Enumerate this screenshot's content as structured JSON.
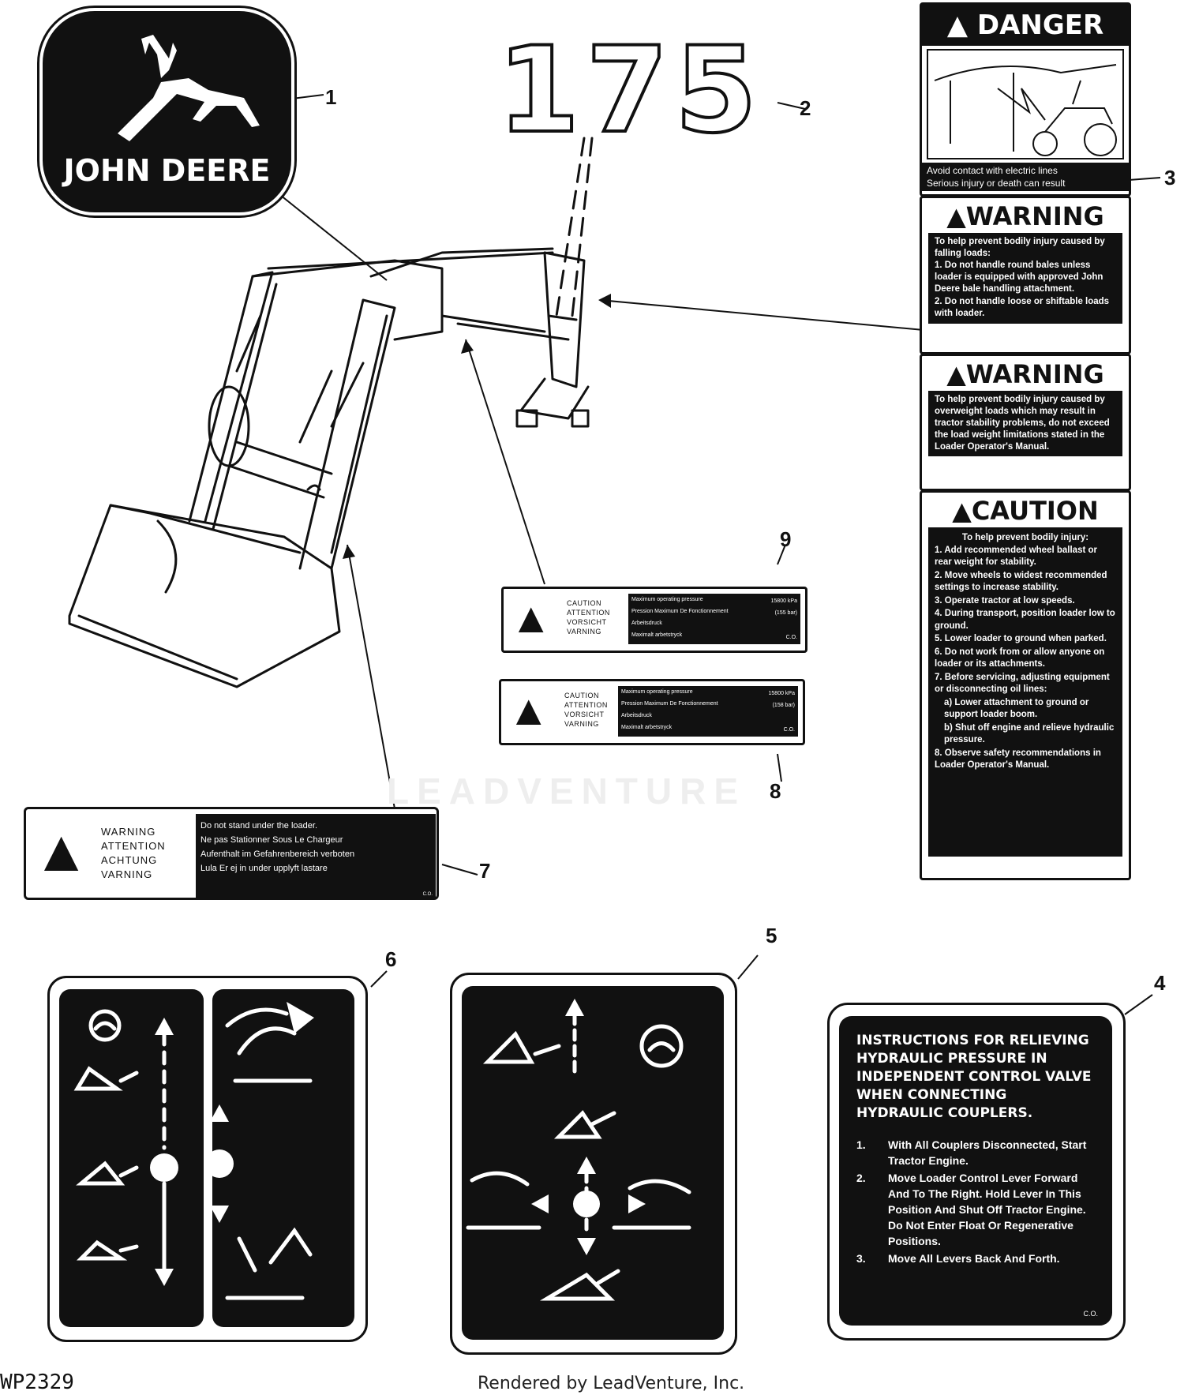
{
  "logo": {
    "brand": "JOHN DEERE",
    "callout": "1"
  },
  "model_number": {
    "text": "175",
    "callout": "2"
  },
  "danger_decal": {
    "header": "DANGER",
    "line1": "Avoid contact with electric lines",
    "line2": "Serious injury or death can result",
    "callout": "3"
  },
  "warning_decal_1": {
    "header": "WARNING",
    "intro": "To help prevent bodily injury caused by falling loads:",
    "items": [
      "1. Do not handle round bales unless loader is equipped with approved John Deere bale handling attachment.",
      "2. Do not handle loose or shiftable loads with loader."
    ]
  },
  "warning_decal_2": {
    "header": "WARNING",
    "body": "To help prevent bodily injury caused by overweight loads which may result in tractor stability problems, do not exceed the load weight limitations stated in the Loader Operator's Manual."
  },
  "caution_decal": {
    "header": "CAUTION",
    "intro": "To help prevent bodily injury:",
    "items": [
      "1. Add recommended wheel ballast or rear weight for stability.",
      "2. Move wheels to widest recommended settings to increase stability.",
      "3. Operate tractor at low speeds.",
      "4. During transport, position loader low to ground.",
      "5. Lower loader to ground when parked.",
      "6. Do not work from or allow anyone on loader or its attachments.",
      "7. Before servicing, adjusting equipment or disconnecting oil lines:",
      "a) Lower attachment to ground or support loader boom.",
      "b) Shut off engine and relieve hydraulic pressure.",
      "8. Observe safety recommendations in Loader Operator's Manual."
    ]
  },
  "pressure_decal_9": {
    "langs": [
      "CAUTION",
      "ATTENTION",
      "VORSICHT",
      "VARNING"
    ],
    "rows": [
      "Maximum operating pressure",
      "Pression Maximum De Fonctionnement",
      "Arbeitsdruck",
      "Maximalt arbetstryck"
    ],
    "value_1": "15800 kPa",
    "value_2": "(155 bar)",
    "code": "C.O.",
    "callout": "9"
  },
  "pressure_decal_8": {
    "langs": [
      "CAUTION",
      "ATTENTION",
      "VORSICHT",
      "VARNING"
    ],
    "rows": [
      "Maximum operating pressure",
      "Pression Maximum De Fonctionnement",
      "Arbeitsdruck",
      "Maximalt arbetstryck"
    ],
    "value_1": "15800 kPa",
    "value_2": "(158 bar)",
    "code": "C.O.",
    "callout": "8"
  },
  "warning_decal_7": {
    "langs": [
      "WARNING",
      "ATTENTION",
      "ACHTUNG",
      "VARNING"
    ],
    "lines": [
      "Do not stand under the loader.",
      "Ne pas Stationner Sous Le Chargeur",
      "Aufenthalt im Gefahrenbereich verboten",
      "Lula Er ej in under upplyft lastare"
    ],
    "code": "C.O.",
    "callout": "7"
  },
  "instructions_decal": {
    "title": "INSTRUCTIONS FOR RELIEVING HYDRAULIC PRESSURE IN INDEPENDENT CONTROL VALVE WHEN CONNECTING HYDRAULIC COUPLERS.",
    "steps": [
      {
        "num": "1.",
        "text": "With All Couplers Disconnected, Start Tractor Engine."
      },
      {
        "num": "2.",
        "text": "Move Loader Control Lever Forward And To The Right. Hold Lever In This Position And Shut Off Tractor Engine. Do Not Enter Float Or Regenerative Positions."
      },
      {
        "num": "3.",
        "text": "Move All Levers Back And Forth."
      }
    ],
    "code": "C.O.",
    "callout": "4"
  },
  "control_decal_5": {
    "callout": "5"
  },
  "control_decal_6": {
    "callout": "6"
  },
  "figure_id": "WP2329",
  "footer": "Rendered by LeadVenture, Inc.",
  "watermark": "LEADVENTURE",
  "colors": {
    "ink": "#111111",
    "paper": "#ffffff"
  }
}
